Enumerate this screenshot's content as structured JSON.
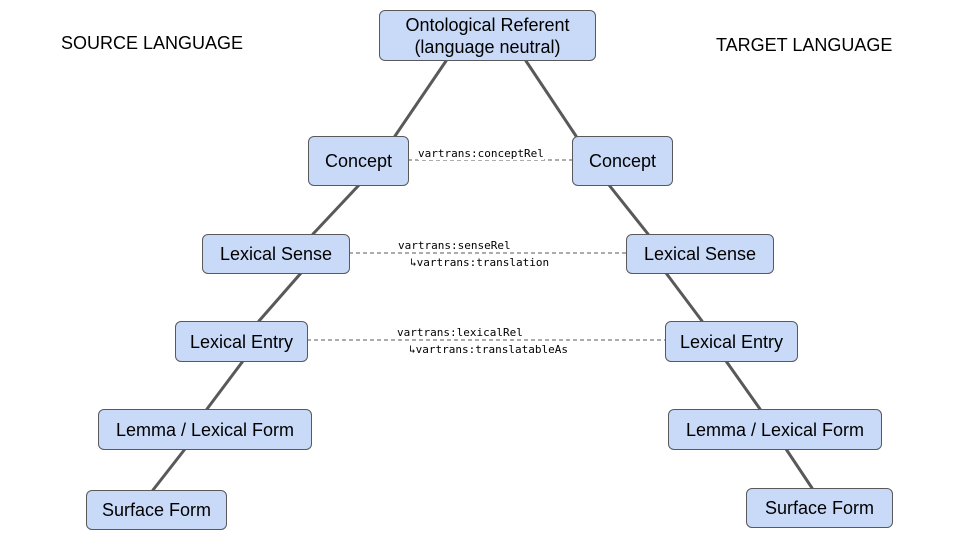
{
  "headings": {
    "source": "SOURCE LANGUAGE",
    "target": "TARGET LANGUAGE"
  },
  "top": {
    "line1": "Ontological Referent",
    "line2": "(language neutral)"
  },
  "source_nodes": {
    "concept": "Concept",
    "sense": "Lexical Sense",
    "entry": "Lexical Entry",
    "lemma": "Lemma / Lexical Form",
    "surface": "Surface Form"
  },
  "target_nodes": {
    "concept": "Concept",
    "sense": "Lexical Sense",
    "entry": "Lexical Entry",
    "lemma": "Lemma / Lexical Form",
    "surface": "Surface Form"
  },
  "relations": {
    "concept_rel": "vartrans:conceptRel",
    "sense_rel": "vartrans:senseRel",
    "sense_sub": "↳vartrans:translation",
    "lexical_rel": "vartrans:lexicalRel",
    "lexical_sub": "↳vartrans:translatableAs"
  }
}
